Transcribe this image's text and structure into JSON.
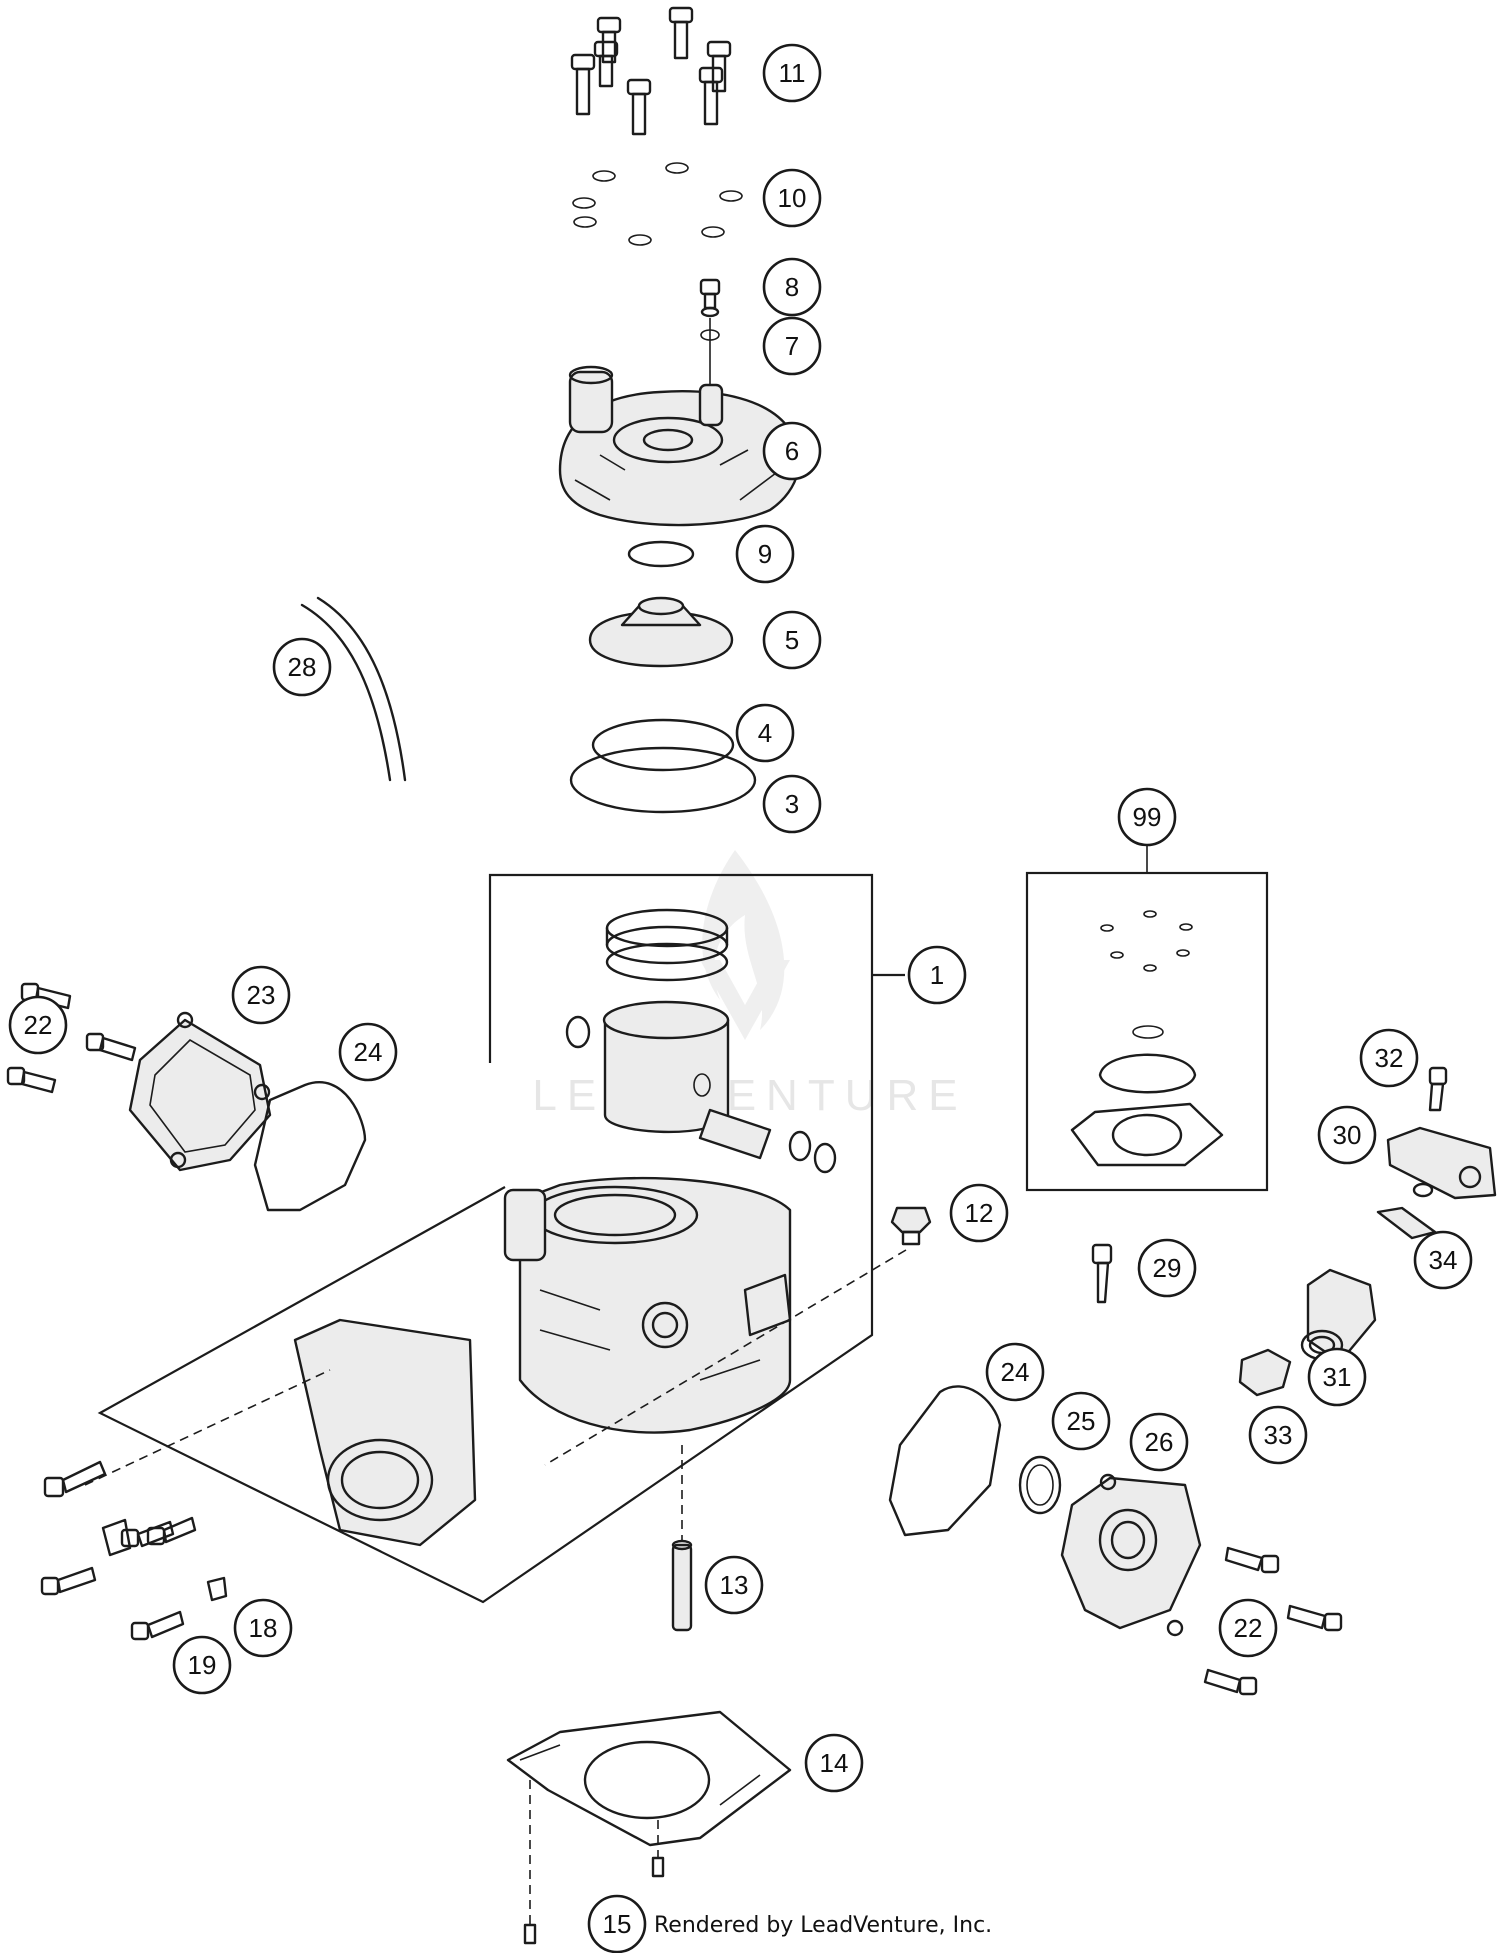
{
  "watermark": {
    "text": "LEADVENTURE"
  },
  "credit": "Rendered by LeadVenture, Inc.",
  "callouts": [
    {
      "id": "c11",
      "label": "11"
    },
    {
      "id": "c10",
      "label": "10"
    },
    {
      "id": "c8",
      "label": "8"
    },
    {
      "id": "c7",
      "label": "7"
    },
    {
      "id": "c6",
      "label": "6"
    },
    {
      "id": "c9",
      "label": "9"
    },
    {
      "id": "c5",
      "label": "5"
    },
    {
      "id": "c28",
      "label": "28"
    },
    {
      "id": "c4",
      "label": "4"
    },
    {
      "id": "c3",
      "label": "3"
    },
    {
      "id": "c99",
      "label": "99"
    },
    {
      "id": "c1",
      "label": "1"
    },
    {
      "id": "c23",
      "label": "23"
    },
    {
      "id": "c22a",
      "label": "22"
    },
    {
      "id": "c24a",
      "label": "24"
    },
    {
      "id": "c32",
      "label": "32"
    },
    {
      "id": "c30",
      "label": "30"
    },
    {
      "id": "c12",
      "label": "12"
    },
    {
      "id": "c34",
      "label": "34"
    },
    {
      "id": "c29",
      "label": "29"
    },
    {
      "id": "c24b",
      "label": "24"
    },
    {
      "id": "c31",
      "label": "31"
    },
    {
      "id": "c25",
      "label": "25"
    },
    {
      "id": "c26",
      "label": "26"
    },
    {
      "id": "c33",
      "label": "33"
    },
    {
      "id": "c13",
      "label": "13"
    },
    {
      "id": "c18",
      "label": "18"
    },
    {
      "id": "c22b",
      "label": "22"
    },
    {
      "id": "c19",
      "label": "19"
    },
    {
      "id": "c14",
      "label": "14"
    },
    {
      "id": "c15",
      "label": "15"
    }
  ]
}
